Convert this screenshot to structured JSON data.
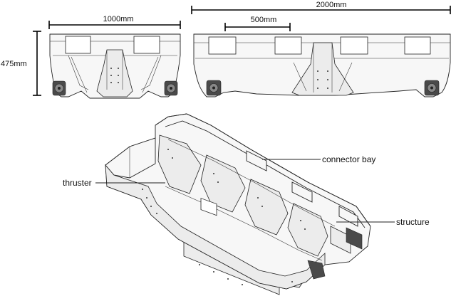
{
  "dimensions": {
    "width_short": "1000mm",
    "width_long": "2000mm",
    "width_mid": "500mm",
    "height": "475mm"
  },
  "callouts": {
    "connector_bay": "connector bay",
    "thruster": "thruster",
    "structure": "structure"
  }
}
